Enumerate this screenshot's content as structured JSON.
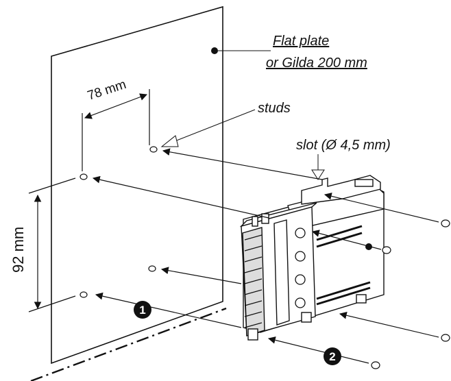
{
  "labels": {
    "plate_line1": "Flat plate",
    "plate_line2": "or Gilda 200 mm",
    "studs": "studs",
    "slot": "slot (Ø 4,5 mm)",
    "width_dim": "78 mm",
    "height_dim": "92 mm"
  },
  "steps": [
    "1",
    "2"
  ],
  "colors": {
    "ink": "#111111",
    "paper": "#ffffff"
  }
}
